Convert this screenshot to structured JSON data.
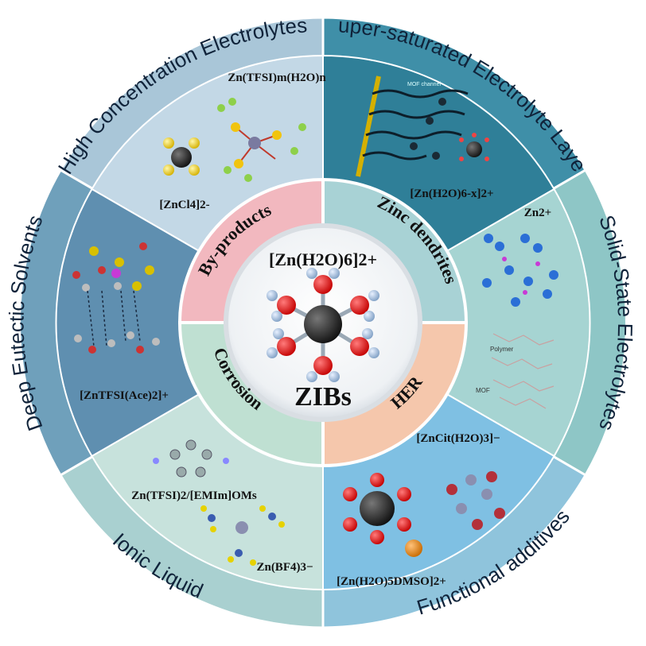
{
  "center": {
    "title": "[Zn(H2O)6]2+",
    "subtitle": "ZIBs"
  },
  "inner_ring": {
    "by_products": "By-products",
    "zinc_dendrites": "Zinc dendrites",
    "corrosion": "Corrosion",
    "her": "HER"
  },
  "outer_ring": {
    "high_concentration": "High Concentration Electrolytes",
    "super_saturated": "Super-saturated Electrolyte Layers",
    "solid_state": "Solid-State Electrolytes",
    "functional_additives": "Functional additives",
    "ionic_liquid": "Ionic Liquid",
    "deep_eutectic": "Deep Eutectic Solvents"
  },
  "panel_labels": {
    "hce_formula_top": "Zn(TFSI)m(H2O)n",
    "hce_formula_bottom": "[ZnCl4]2-",
    "sse_mof": "MOF channel",
    "sse_formula": "[Zn(H2O)6-x]2+",
    "solid_zn": "Zn2+",
    "solid_polymer": "Polymer",
    "solid_mof": "MOF",
    "func_top": "[ZnCit(H2O)3]−",
    "func_bottom": "[Zn(H2O)5DMSO]2+",
    "ionic_top": "Zn(TFSI)2/[EMIm]OMs",
    "ionic_bottom": "Zn(BF4)3−",
    "des_formula": "[ZnTFSI(Ace)2]+"
  },
  "colors": {
    "outer_hce": "#a9c6d8",
    "outer_sse": "#3f8fa8",
    "outer_solid": "#8ec6c6",
    "outer_func": "#8fc4dc",
    "outer_ionic": "#a9d0d0",
    "outer_des": "#6fa0bb",
    "inner_pink": "#f2b8bf",
    "inner_teal": "#a8d2d5",
    "inner_green": "#bfe0d2",
    "inner_peach": "#f5c7ac"
  }
}
